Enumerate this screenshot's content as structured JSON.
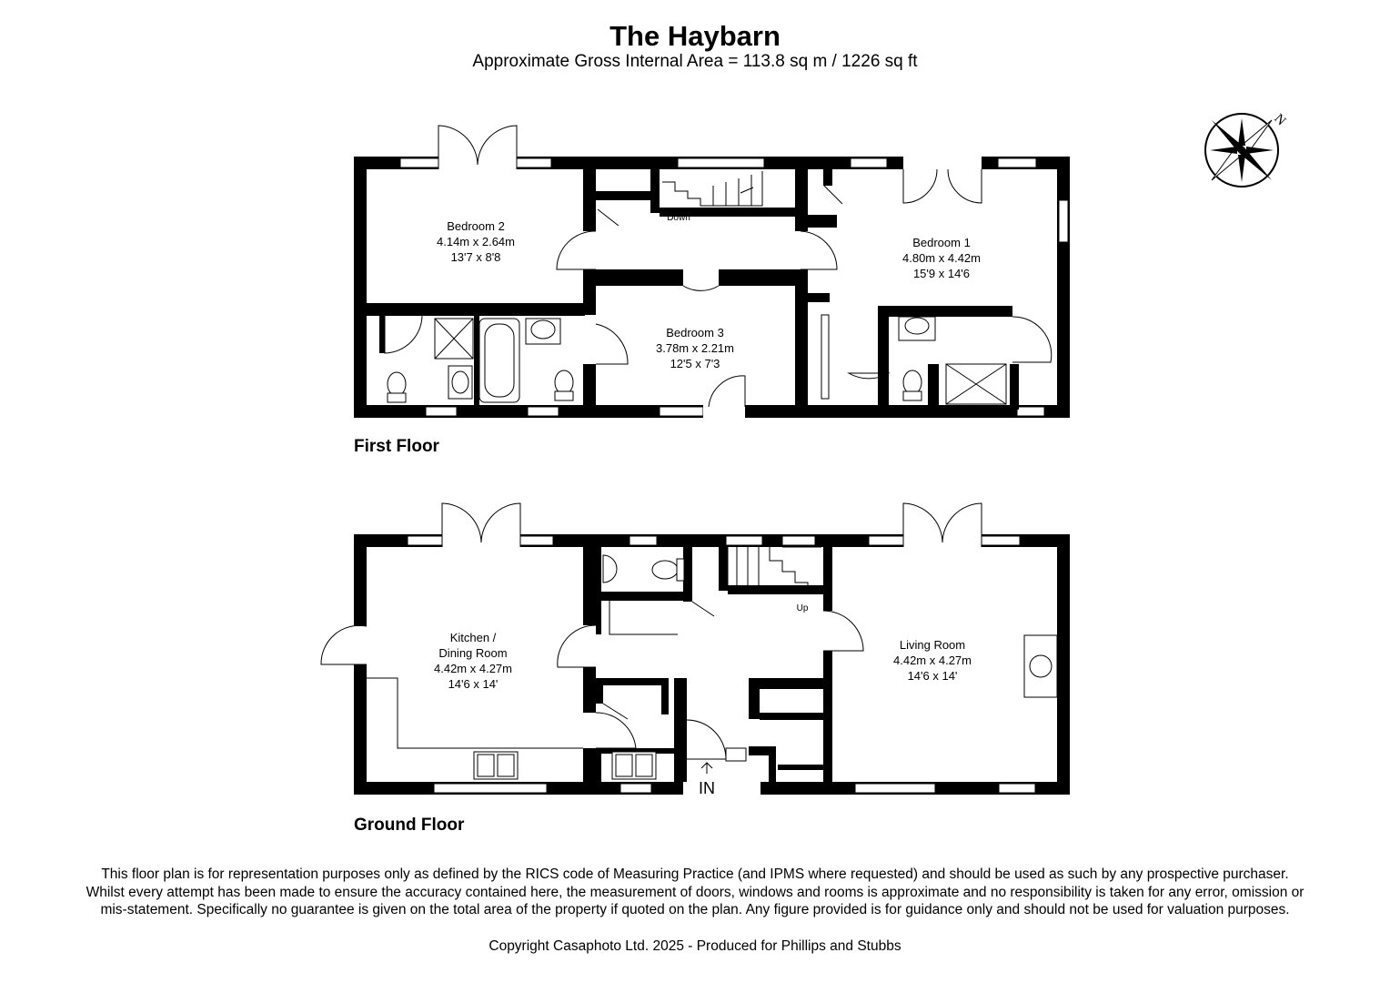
{
  "header": {
    "title": "The Haybarn",
    "subtitle": "Approximate Gross Internal Area = 113.8 sq m / 1226 sq ft"
  },
  "compass": {
    "north_label": "N"
  },
  "first_floor": {
    "label": "First Floor",
    "stairs_label": "Down",
    "rooms": [
      {
        "name": "Bedroom 2",
        "metric": "4.14m x 2.64m",
        "imperial": "13'7 x 8'8"
      },
      {
        "name": "Bedroom 1",
        "metric": "4.80m x 4.42m",
        "imperial": "15'9 x 14'6"
      },
      {
        "name": "Bedroom 3",
        "metric": "3.78m x 2.21m",
        "imperial": "12'5 x 7'3"
      }
    ]
  },
  "ground_floor": {
    "label": "Ground Floor",
    "stairs_label": "Up",
    "entrance_label": "IN",
    "rooms": [
      {
        "name": "Kitchen /",
        "name2": "Dining Room",
        "metric": "4.42m x 4.27m",
        "imperial": "14'6 x 14'"
      },
      {
        "name": "Living Room",
        "metric": "4.42m x 4.27m",
        "imperial": "14'6 x 14'"
      }
    ]
  },
  "footer": {
    "disclaimer": "This floor plan is for representation purposes only as defined by the RICS code of Measuring Practice (and IPMS where requested) and should be used as such by any prospective purchaser. Whilst every attempt has been made to ensure the accuracy contained here, the measurement of doors, windows and rooms is approximate and no responsibility is taken for any error, omission or mis-statement. Specifically no guarantee is given on the total area of the property if quoted on the plan. Any figure provided is for guidance only and should not be used for valuation purposes.",
    "copyright": "Copyright Casaphoto Ltd. 2025 - Produced for Phillips and Stubbs"
  }
}
